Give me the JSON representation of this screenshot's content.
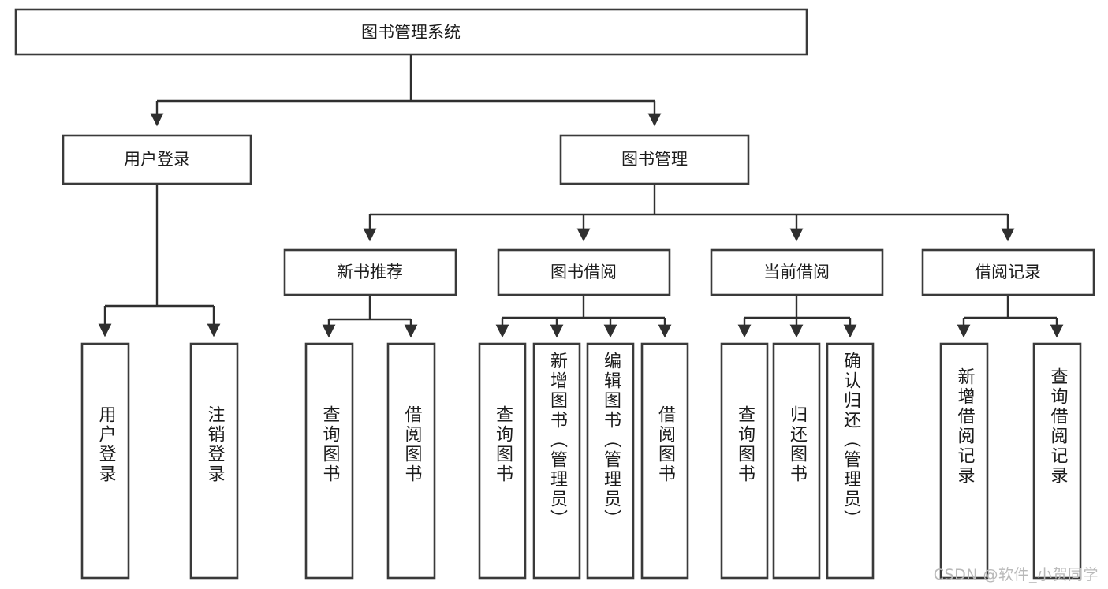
{
  "diagram": {
    "type": "tree",
    "title_node": "图书管理系统",
    "watermark": "CSDN @软件_小贺同学",
    "colors": {
      "box_fill": "#ffffff",
      "box_stroke": "#3a3a3a",
      "connector": "#2f2f2f",
      "text": "#1c1c1c",
      "watermark": "#b9b9b9"
    },
    "root": {
      "label": "图书管理系统"
    },
    "level2": [
      {
        "label": "用户登录"
      },
      {
        "label": "图书管理"
      }
    ],
    "level3": [
      {
        "label": "新书推荐"
      },
      {
        "label": "图书借阅"
      },
      {
        "label": "当前借阅"
      },
      {
        "label": "借阅记录"
      }
    ],
    "leaves": {
      "user_login": [
        {
          "label": "用户登录"
        },
        {
          "label": "注销登录"
        }
      ],
      "new_book_recommend": [
        {
          "label": "查询图书"
        },
        {
          "label": "借阅图书"
        }
      ],
      "book_borrow": [
        {
          "label": "查询图书"
        },
        {
          "label": "新增图书（管理员）"
        },
        {
          "label": "编辑图书（管理员）"
        },
        {
          "label": "借阅图书"
        }
      ],
      "current_borrow": [
        {
          "label": "查询图书"
        },
        {
          "label": "归还图书"
        },
        {
          "label": "确认归还（管理员）"
        }
      ],
      "borrow_record": [
        {
          "label": "新增借阅记录"
        },
        {
          "label": "查询借阅记录"
        }
      ]
    }
  }
}
